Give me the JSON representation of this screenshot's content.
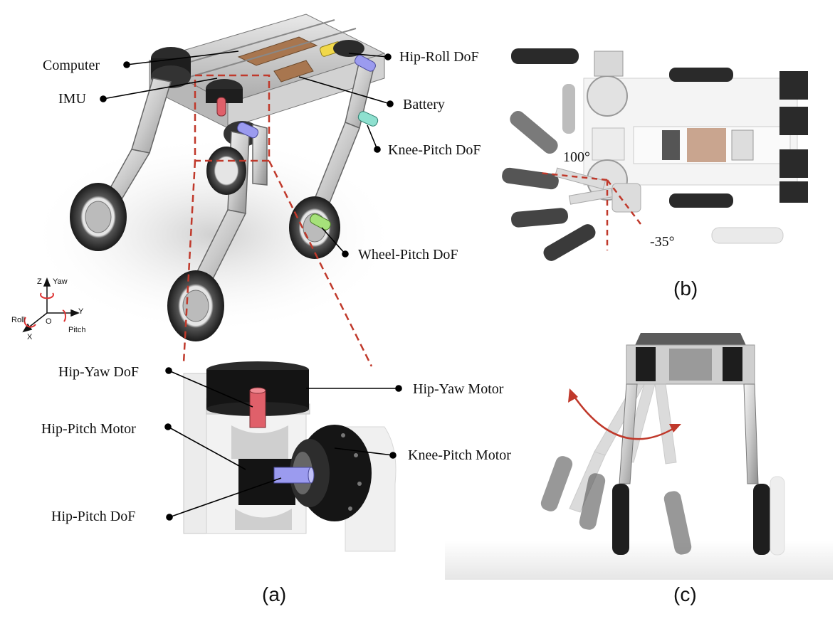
{
  "panels": {
    "a": "(a)",
    "b": "(b)",
    "c": "(c)"
  },
  "main_labels": {
    "computer": "Computer",
    "imu": "IMU",
    "hip_roll": "Hip-Roll DoF",
    "battery": "Battery",
    "knee_pitch_dof": "Knee-Pitch DoF",
    "wheel_pitch": "Wheel-Pitch DoF"
  },
  "inset_labels": {
    "hip_yaw_dof": "Hip-Yaw DoF",
    "hip_yaw_motor": "Hip-Yaw Motor",
    "hip_pitch_motor": "Hip-Pitch Motor",
    "knee_pitch_motor": "Knee-Pitch Motor",
    "hip_pitch_dof": "Hip-Pitch DoF"
  },
  "angles": {
    "max": "100°",
    "min": "-35°"
  },
  "axes": {
    "z": "Z",
    "yaw": "Yaw",
    "y": "Y",
    "o": "O",
    "roll": "Roll",
    "x": "X",
    "pitch": "Pitch"
  },
  "colors": {
    "hip_yaw": "#e0606a",
    "hip_pitch": "#9b9bef",
    "hip_roll": "#9b9bef",
    "knee_pitch": "#8ee0cf",
    "wheel_pitch": "#a6e27a",
    "battery": "#f1d84a",
    "dashed": "#c0392b"
  }
}
